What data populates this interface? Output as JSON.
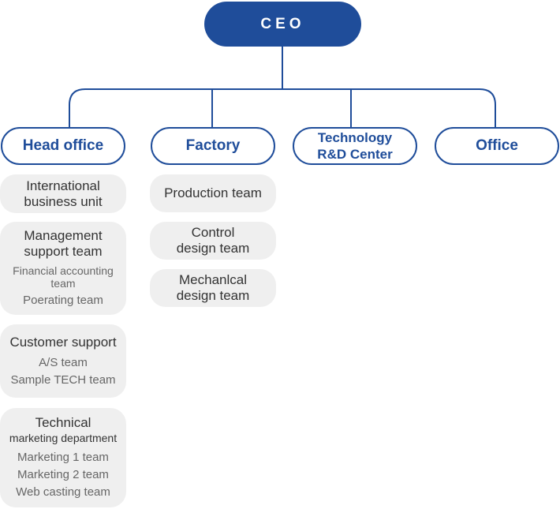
{
  "ceo": {
    "label": "CEO"
  },
  "departments": [
    {
      "label": "Head office"
    },
    {
      "label": "Factory"
    },
    {
      "label": "Technology\nR&D Center"
    },
    {
      "label": "Office"
    }
  ],
  "head_office": {
    "international": {
      "title": "International\nbusiness unit"
    },
    "management": {
      "title": "Management\nsupport team",
      "teams": [
        "Financial accounting\nteam",
        "Poerating team"
      ]
    },
    "customer": {
      "title": "Customer support",
      "teams": [
        "A/S team",
        "Sample TECH team"
      ]
    },
    "technical": {
      "title_line1": "Technical",
      "title_line2": "marketing department",
      "teams": [
        "Marketing 1 team",
        "Marketing 2 team",
        "Web casting team"
      ]
    }
  },
  "factory": {
    "teams": [
      "Production team",
      "Control\ndesign team",
      "Mechanlcal\ndesign team"
    ]
  },
  "colors": {
    "primary": "#1f4d9a",
    "box_bg": "#efefef"
  }
}
